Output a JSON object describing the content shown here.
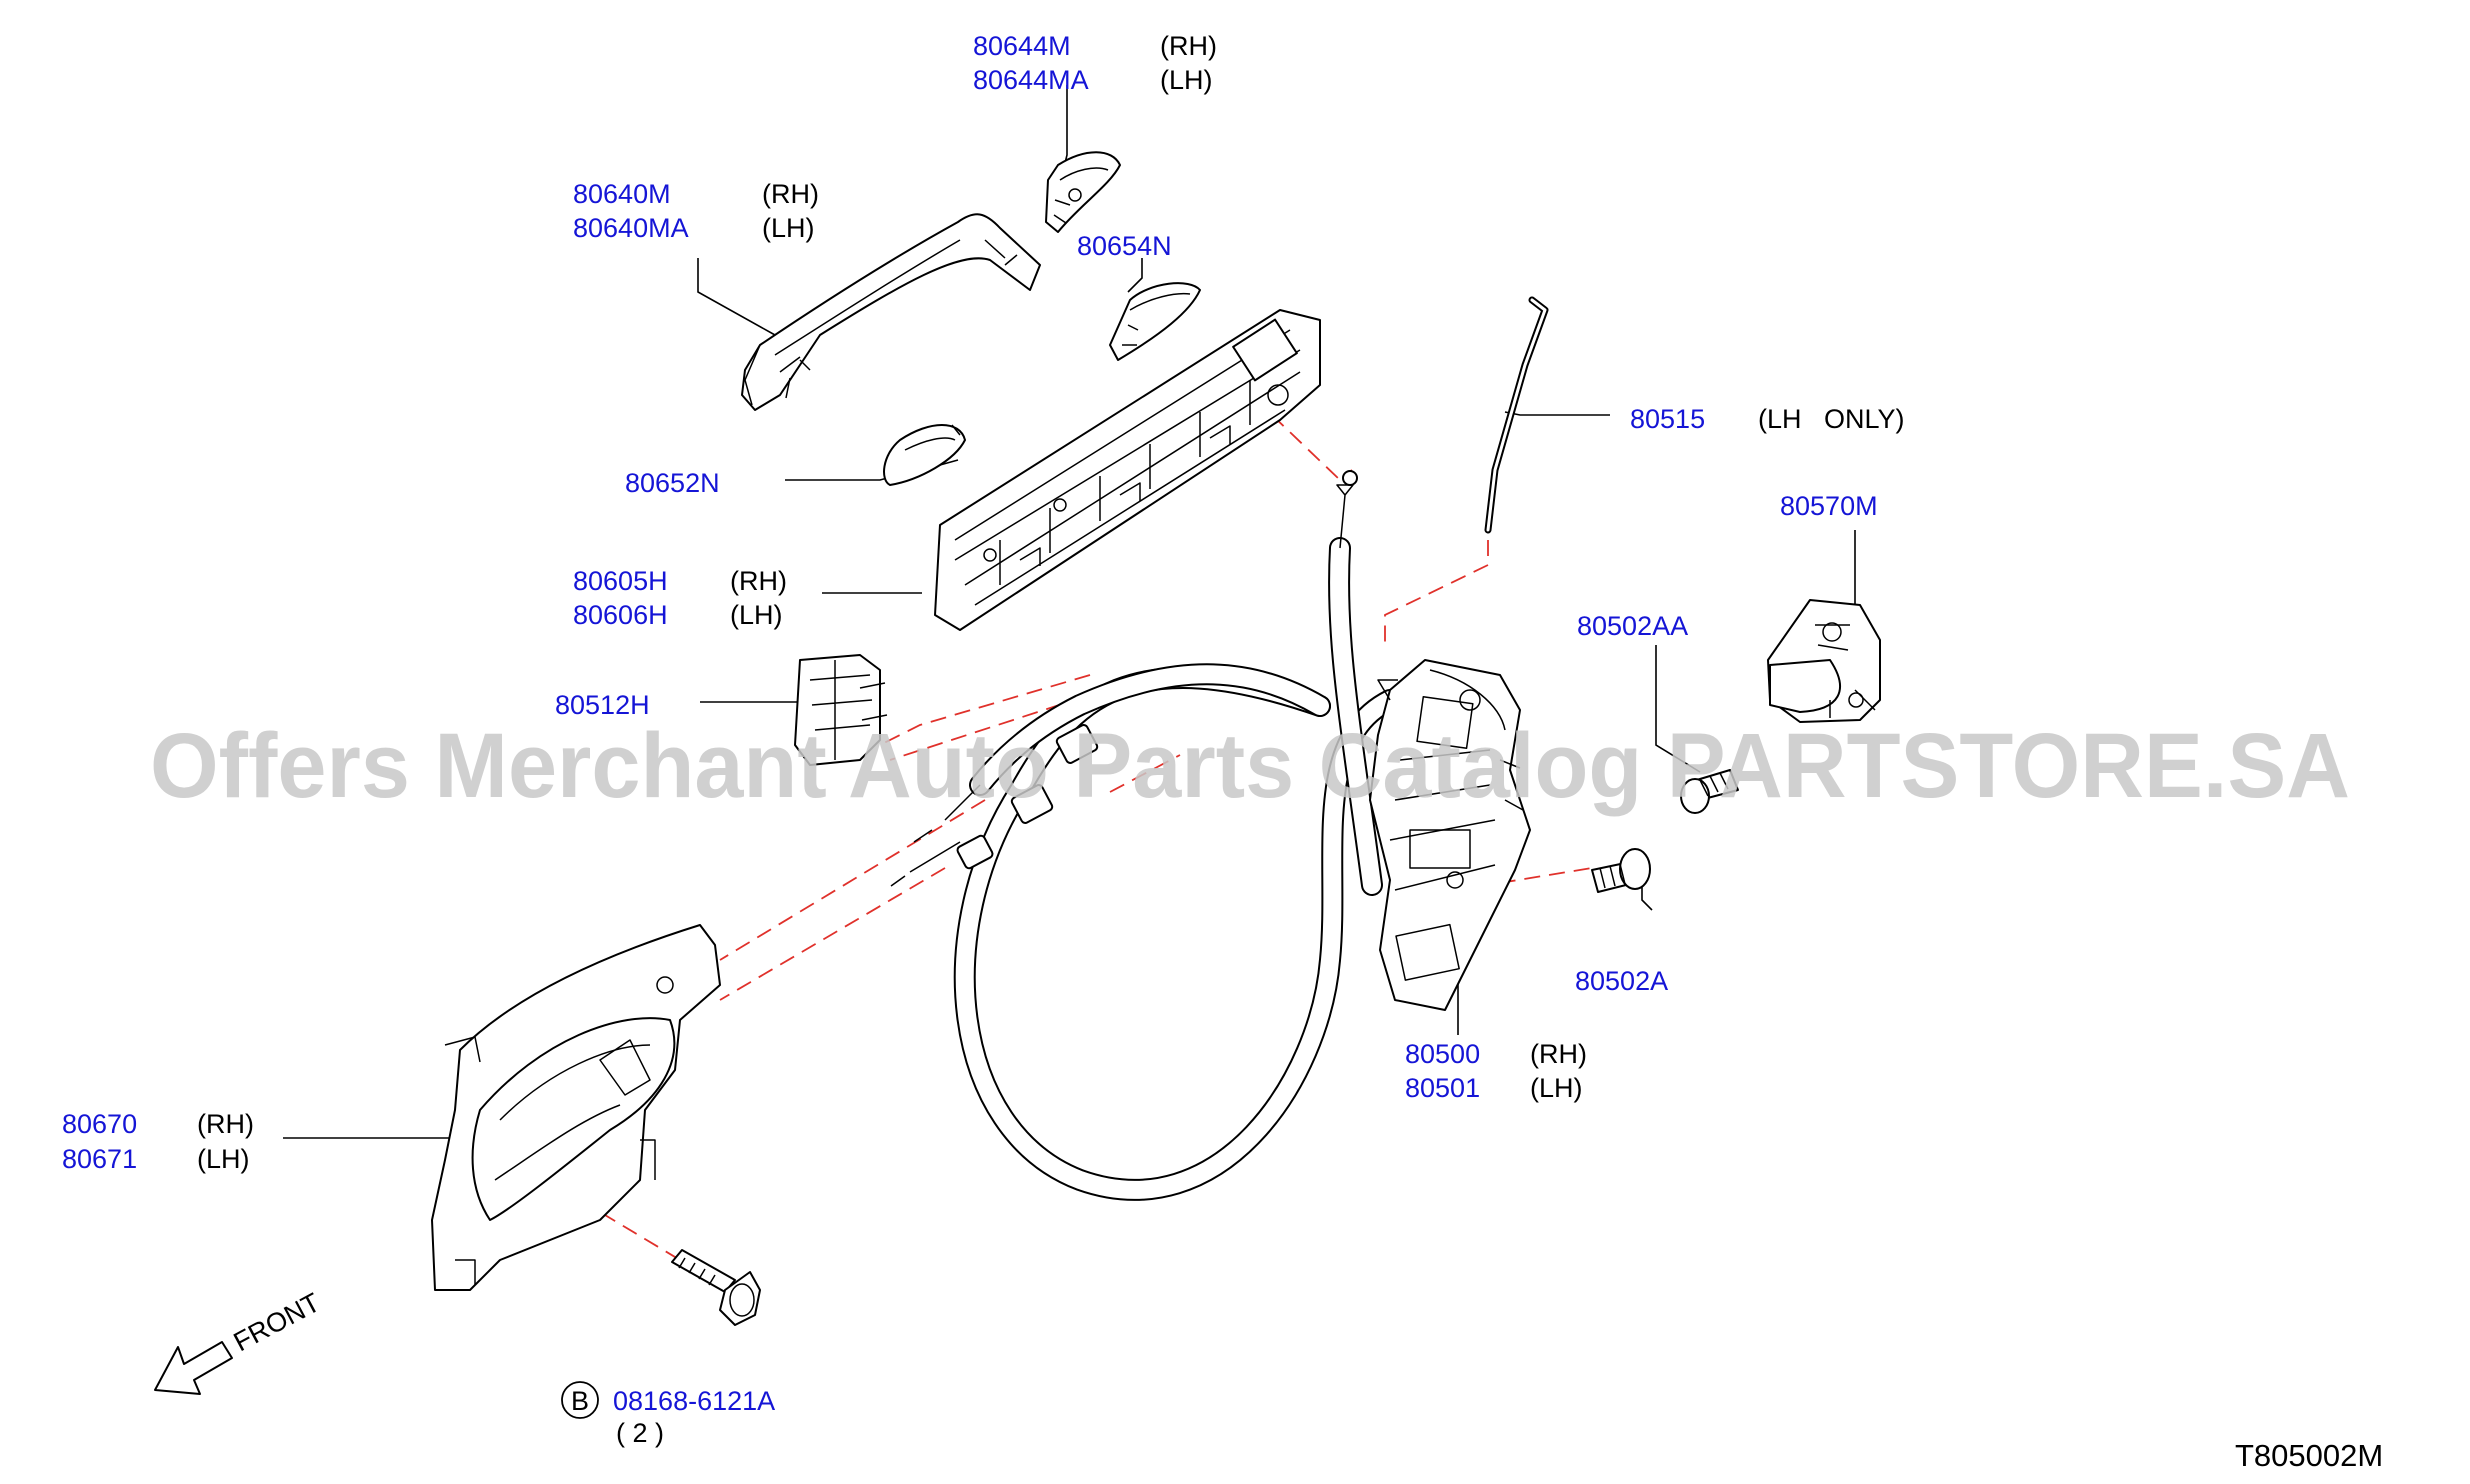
{
  "parts": {
    "p80644": {
      "codes": [
        "80644M",
        "80644MA"
      ],
      "sides": [
        "(RH)",
        "(LH)"
      ]
    },
    "p80640": {
      "codes": [
        "80640M",
        "80640MA"
      ],
      "sides": [
        "(RH)",
        "(LH)"
      ]
    },
    "p80654": {
      "code": "80654N"
    },
    "p80515": {
      "code": "80515",
      "note": "(LH   ONLY)"
    },
    "p80652": {
      "code": "80652N"
    },
    "p80570": {
      "code": "80570M"
    },
    "p80605": {
      "codes": [
        "80605H",
        "80606H"
      ],
      "sides": [
        "(RH)",
        "(LH)"
      ]
    },
    "p80502aa": {
      "code": "80502AA"
    },
    "p80512": {
      "code": "80512H"
    },
    "p80502a": {
      "code": "80502A"
    },
    "p80500": {
      "codes": [
        "80500",
        "80501"
      ],
      "sides": [
        "(RH)",
        "(LH)"
      ]
    },
    "p80670": {
      "codes": [
        "80670",
        "80671"
      ],
      "sides": [
        "(RH)",
        "(LH)"
      ]
    },
    "bolt": {
      "badge": "B",
      "code": "08168-6121A",
      "qty": "( 2 )"
    }
  },
  "direction_label": "FRONT",
  "diagram_code": "T805002M",
  "watermark": "Offers Merchant Auto Parts Catalog PARTSTORE.SA",
  "colors": {
    "part_link": "#1515d6",
    "dashed_guides": "#e0312b",
    "watermark": "#c8c8c8"
  }
}
